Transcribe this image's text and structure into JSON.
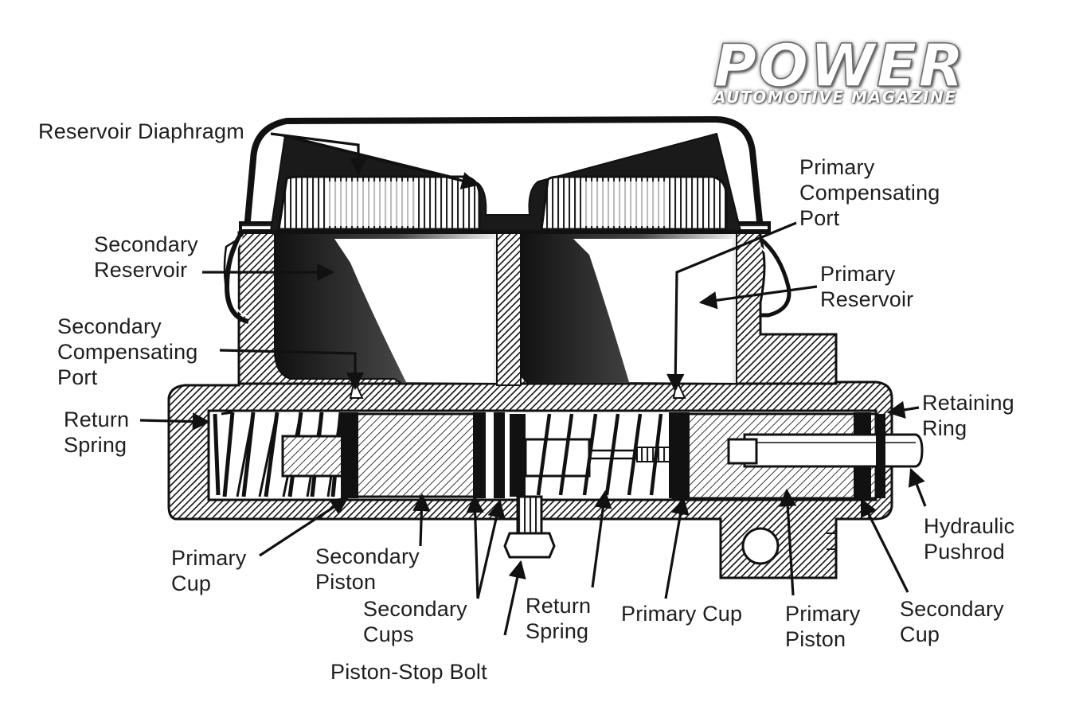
{
  "brand": {
    "name": "POWER",
    "tagline": "AUTOMOTIVE MAGAZINE"
  },
  "labels": {
    "reservoir_diaphragm": "Reservoir Diaphragm",
    "secondary_reservoir_1": "Secondary",
    "secondary_reservoir_2": "Reservoir",
    "secondary_comp_port_1": "Secondary",
    "secondary_comp_port_2": "Compensating",
    "secondary_comp_port_3": "Port",
    "return_spring_left_1": "Return",
    "return_spring_left_2": "Spring",
    "primary_comp_port_1": "Primary",
    "primary_comp_port_2": "Compensating",
    "primary_comp_port_3": "Port",
    "primary_reservoir_1": "Primary",
    "primary_reservoir_2": "Reservoir",
    "retaining_ring_1": "Retaining",
    "retaining_ring_2": "Ring",
    "hydraulic_pushrod_1": "Hydraulic",
    "hydraulic_pushrod_2": "Pushrod",
    "primary_cup_left_1": "Primary",
    "primary_cup_left_2": "Cup",
    "secondary_piston_1": "Secondary",
    "secondary_piston_2": "Piston",
    "secondary_cups_1": "Secondary",
    "secondary_cups_2": "Cups",
    "return_spring_mid_1": "Return",
    "return_spring_mid_2": "Spring",
    "primary_cup_right": "Primary Cup",
    "primary_piston_1": "Primary",
    "primary_piston_2": "Piston",
    "secondary_cup_1": "Secondary",
    "secondary_cup_2": "Cup",
    "piston_stop_bolt": "Piston-Stop Bolt"
  }
}
